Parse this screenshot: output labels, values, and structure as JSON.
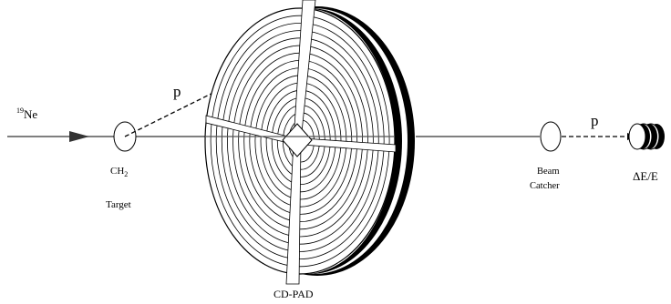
{
  "labels": {
    "beam_mass": "19",
    "beam_element": "Ne",
    "proton_scattered": "p",
    "target_formula_main": "CH",
    "target_formula_sub": "2",
    "target_name": "Target",
    "detector": "CD-PAD",
    "catcher_line1": "Beam",
    "catcher_line2": "Catcher",
    "proton_forward": "p",
    "telescope": "ΔE/E"
  },
  "colors": {
    "line": "#000000",
    "beam_line": "#555555",
    "background": "#ffffff"
  }
}
